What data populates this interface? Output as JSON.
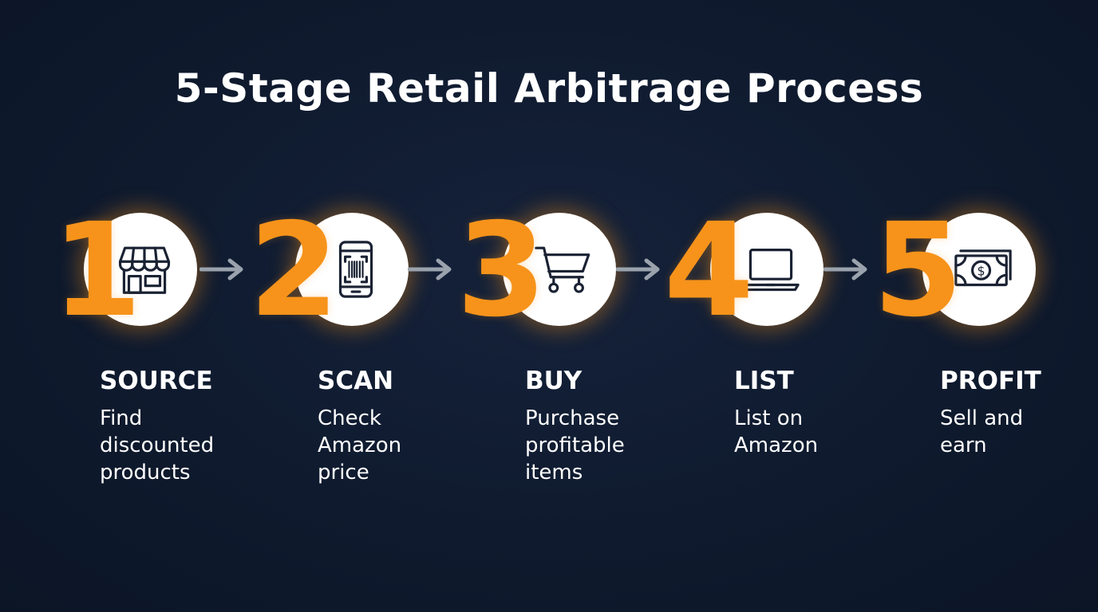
{
  "title": "5-Stage Retail Arbitrage Process",
  "colors": {
    "accent": "#f7931a",
    "background": "#0f1a2e",
    "circle": "#ffffff",
    "arrow": "#9aa3ad",
    "icon_stroke": "#1a2233"
  },
  "stages": [
    {
      "number": "1",
      "label": "SOURCE",
      "desc_lines": [
        "Find",
        "discounted",
        "products"
      ],
      "icon": "storefront-icon"
    },
    {
      "number": "2",
      "label": "SCAN",
      "desc_lines": [
        "Check",
        "Amazon",
        "price"
      ],
      "icon": "barcode-scanner-phone-icon"
    },
    {
      "number": "3",
      "label": "BUY",
      "desc_lines": [
        "Purchase",
        "profitable",
        "items"
      ],
      "icon": "shopping-cart-icon"
    },
    {
      "number": "4",
      "label": "LIST",
      "desc_lines": [
        "List on",
        "Amazon"
      ],
      "icon": "laptop-icon"
    },
    {
      "number": "5",
      "label": "PROFIT",
      "desc_lines": [
        "Sell and",
        "earn"
      ],
      "icon": "dollar-bill-icon"
    }
  ]
}
